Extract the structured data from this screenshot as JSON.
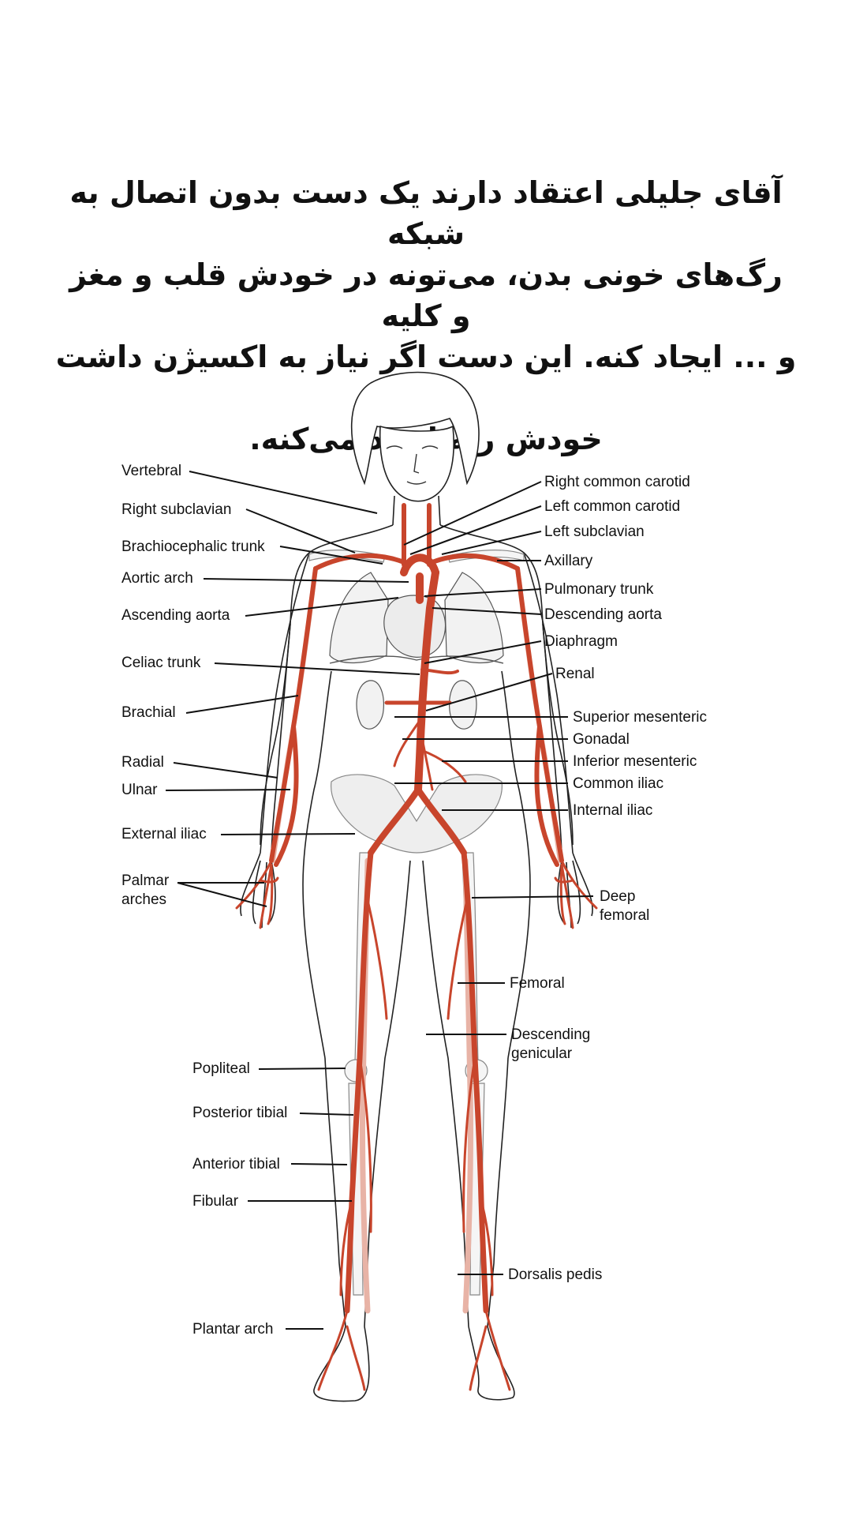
{
  "caption": {
    "lines": [
      "آقای جلیلی اعتقاد دارند یک دست بدون اتصال به شبکه",
      "رگ‌های خونی بدن، می‌تونه در خودش قلب و مغز و کلیه",
      "و ... ایجاد کنه. این دست اگر نیاز به اکسیژن داشت هم",
      "خودش ریه ایجاد می‌کنه."
    ]
  },
  "colors": {
    "artery": "#c8452c",
    "vein": "#e8b3a6",
    "text": "#111111"
  },
  "labels": {
    "left": {
      "vertebral": "Vertebral",
      "right_subclavian": "Right subclavian",
      "brachiocephalic_trunk": "Brachiocephalic trunk",
      "aortic_arch": "Aortic arch",
      "ascending_aorta": "Ascending aorta",
      "celiac_trunk": "Celiac trunk",
      "brachial": "Brachial",
      "radial": "Radial",
      "ulnar": "Ulnar",
      "external_iliac": "External iliac",
      "palmar_line1": "Palmar",
      "palmar_line2": "arches",
      "popliteal": "Popliteal",
      "posterior_tibial": "Posterior tibial",
      "anterior_tibial": "Anterior tibial",
      "fibular": "Fibular",
      "plantar_arch": "Plantar arch"
    },
    "right": {
      "right_common_carotid": "Right common carotid",
      "left_common_carotid": "Left common carotid",
      "left_subclavian": "Left subclavian",
      "axillary": "Axillary",
      "pulmonary_trunk": "Pulmonary trunk",
      "descending_aorta": "Descending aorta",
      "diaphragm": "Diaphragm",
      "renal": "Renal",
      "superior_mesenteric": "Superior mesenteric",
      "gonadal": "Gonadal",
      "inferior_mesenteric": "Inferior mesenteric",
      "common_iliac": "Common iliac",
      "internal_iliac": "Internal iliac",
      "deep_femoral_line1": "Deep",
      "deep_femoral_line2": "femoral",
      "femoral": "Femoral",
      "descending_genicular_line1": "Descending",
      "descending_genicular_line2": "genicular",
      "dorsalis_pedis": "Dorsalis pedis"
    }
  }
}
